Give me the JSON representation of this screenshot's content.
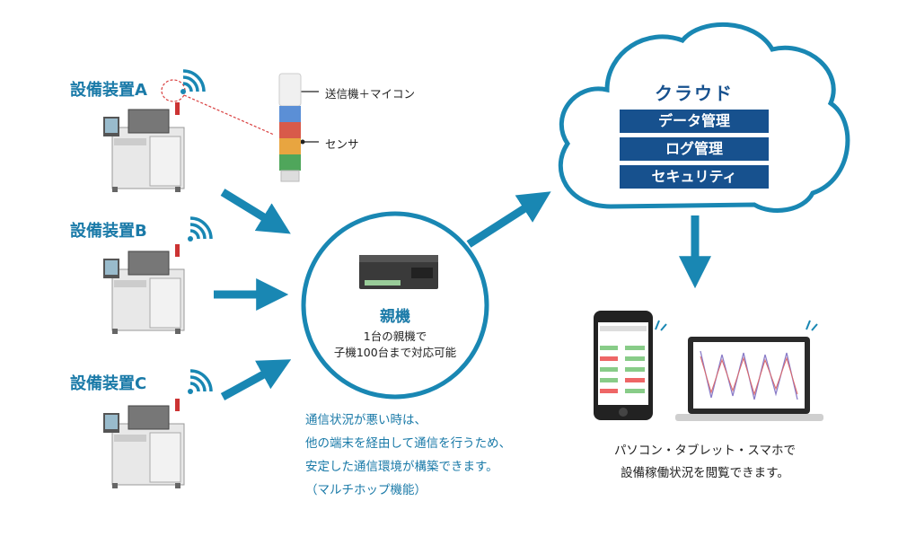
{
  "equipment": [
    {
      "label": "設備装置A"
    },
    {
      "label": "設備装置B"
    },
    {
      "label": "設備装置C"
    }
  ],
  "sensor": {
    "transmitter_label": "送信機＋マイコン",
    "sensor_label": "センサ"
  },
  "hub": {
    "title": "親機",
    "line1": "1台の親機で",
    "line2": "子機100台まで対応可能"
  },
  "multihop_note": {
    "line1": "通信状況が悪い時は、",
    "line2": "他の端末を経由して通信を行うため、",
    "line3": "安定した通信環境が構築できます。",
    "line4": "（マルチホップ機能）"
  },
  "cloud": {
    "title": "クラウド",
    "items": [
      "データ管理",
      "ログ管理",
      "セキュリティ"
    ]
  },
  "devices_caption": {
    "line1": "パソコン・タブレット・スマホで",
    "line2": "設備稼働状況を閲覧できます。"
  },
  "colors": {
    "accent": "#1a7aa8",
    "arrow": "#1987b3",
    "cloud_bar": "#17518e"
  }
}
